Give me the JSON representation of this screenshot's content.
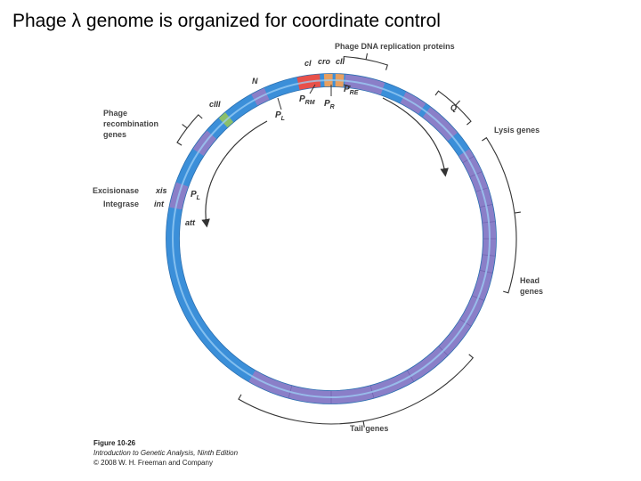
{
  "slide": {
    "title": "Phage λ genome is organized for coordinate control"
  },
  "diagram": {
    "genes": {
      "cI": "cI",
      "cro": "cro",
      "cII": "cII",
      "N": "N",
      "cIII": "cIII",
      "Q": "Q",
      "xis": "xis",
      "int": "int",
      "att": "att"
    },
    "promoters": {
      "PL_top": {
        "main": "P",
        "sub": "L"
      },
      "PRM": {
        "main": "P",
        "sub": "RM"
      },
      "PR": {
        "main": "P",
        "sub": "R"
      },
      "PRE": {
        "main": "P",
        "sub": "RE"
      },
      "PL_side": {
        "main": "P",
        "sub": "L"
      }
    },
    "groups": {
      "replication": "Phage DNA replication proteins",
      "recombination": [
        "Phage",
        "recombination",
        "genes"
      ],
      "lysis": "Lysis genes",
      "excisionase": "Excisionase",
      "integrase": "Integrase",
      "head": [
        "Head",
        "genes"
      ],
      "tail": "Tail genes"
    },
    "colors": {
      "ring_blue": "#3b8fd9",
      "ring_highlight": "#9ccff5",
      "purple": "#8a7fc8",
      "cI_red": "#e8504a",
      "cro_orange": "#e8a060",
      "cIII_green": "#8bbf6a"
    }
  },
  "caption": {
    "figure": "Figure 10-26",
    "book": "Introduction to Genetic Analysis, Ninth Edition",
    "copyright": "© 2008 W. H. Freeman and Company"
  }
}
